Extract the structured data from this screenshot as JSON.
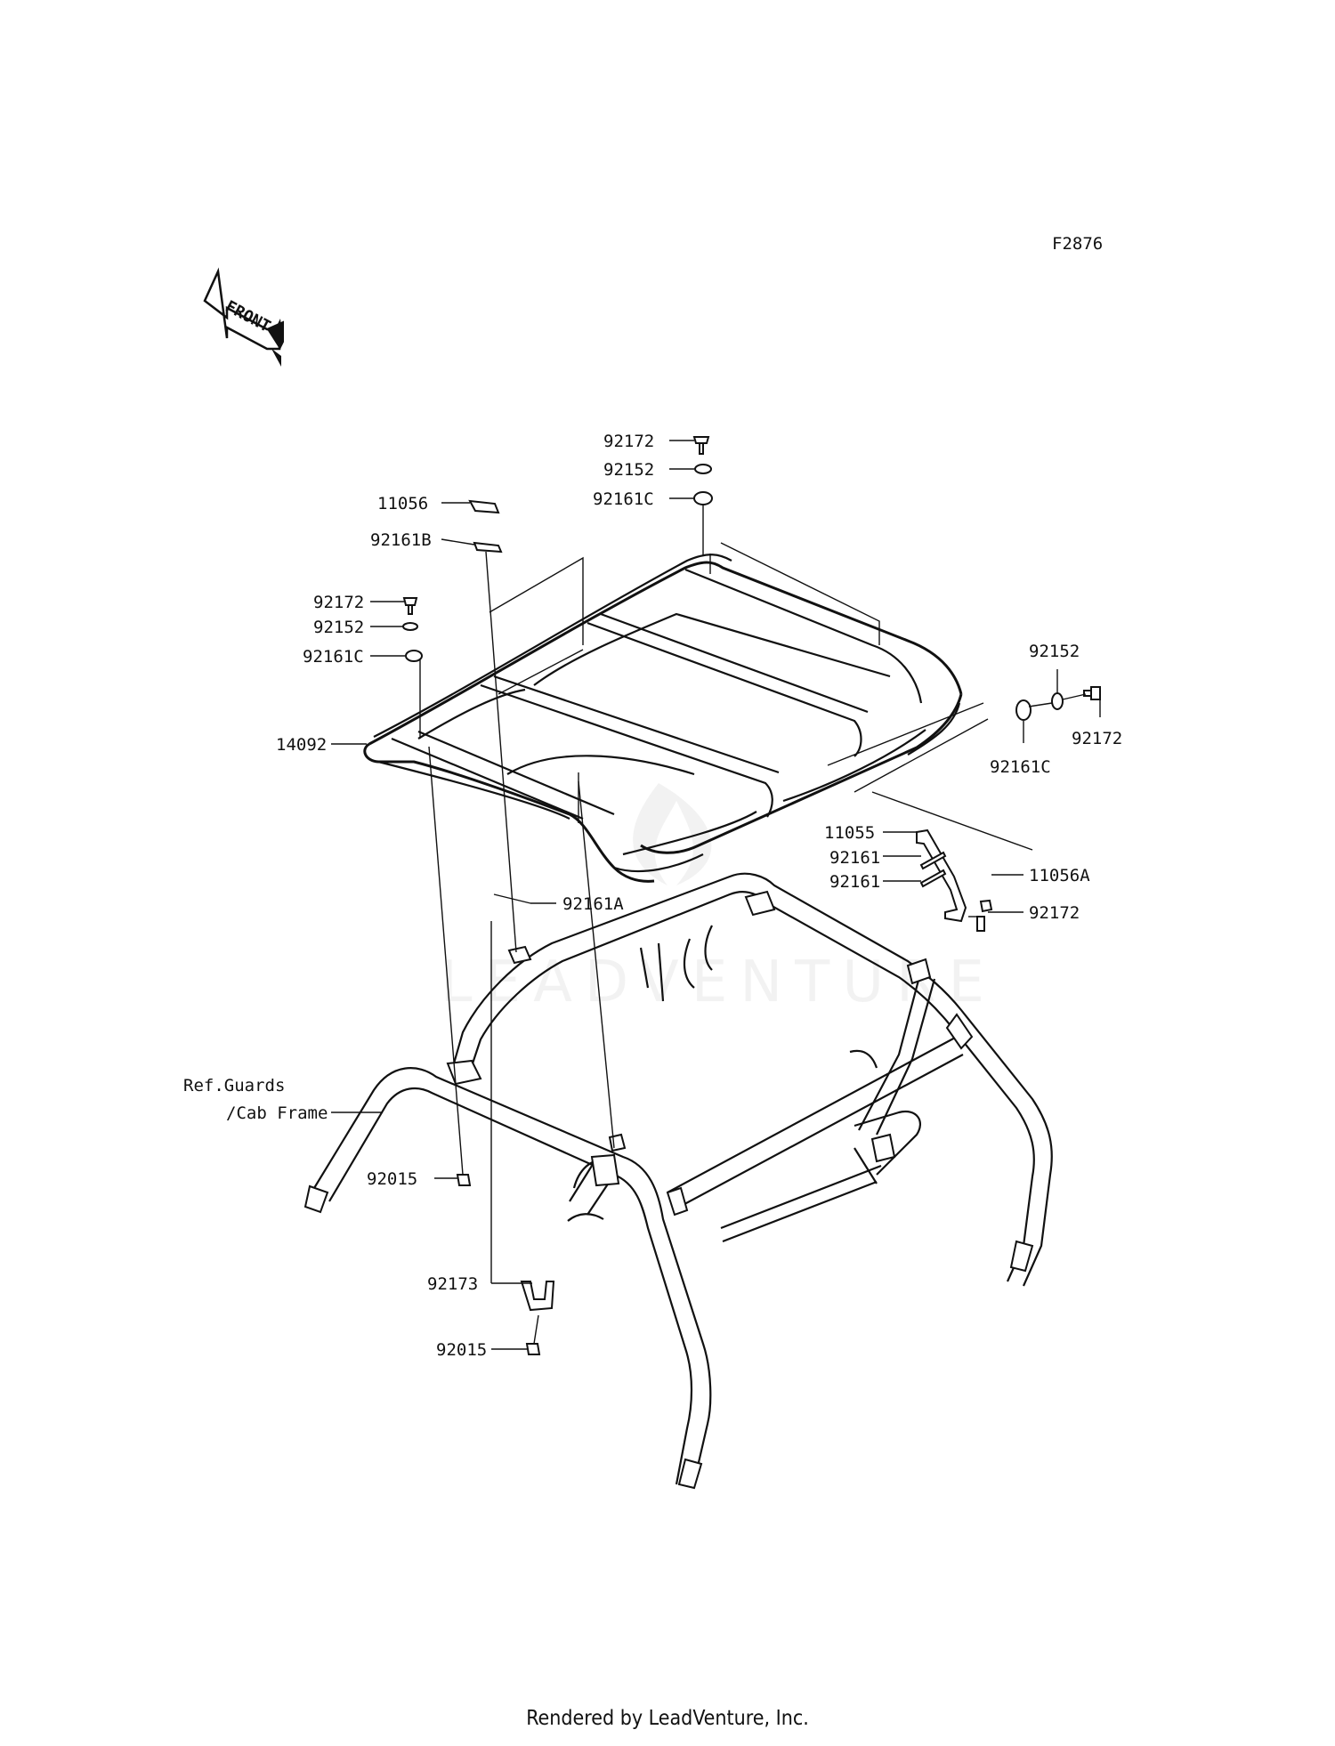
{
  "figure_code": "F2876",
  "front_arrow_text": "FRONT",
  "watermark": "LEADVENTURE",
  "credit": "Rendered by LeadVenture, Inc.",
  "reference_note": {
    "line1": "Ref.Guards",
    "line2": "/Cab Frame"
  },
  "callouts": {
    "bolt_top_center": "92172",
    "washer_top_center": "92152",
    "collar_top_center": "92161C",
    "plate_11056": "11056",
    "pad_92161b": "92161B",
    "bolt_left": "92172",
    "washer_left": "92152",
    "collar_left": "92161C",
    "roof": "14092",
    "washer_right": "92152",
    "bolt_right": "92172",
    "collar_right": "92161C",
    "bracket_11055": "11055",
    "pad_92161_upper": "92161",
    "pad_92161_lower": "92161",
    "bracket_11056a": "11056A",
    "bolt_bracket": "92172",
    "pad_92161a": "92161A",
    "nut_left": "92015",
    "clamp_92173": "92173",
    "nut_lower": "92015"
  }
}
